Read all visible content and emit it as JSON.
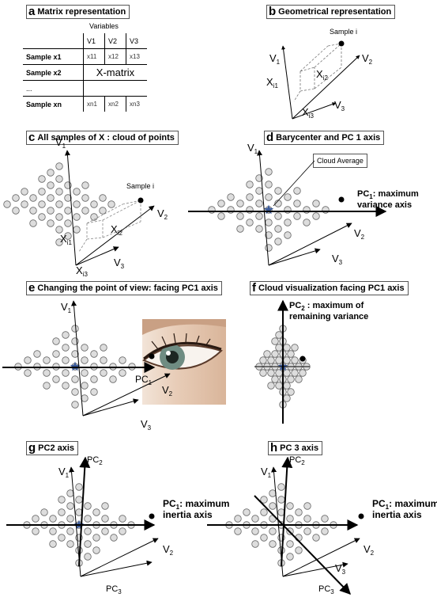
{
  "panels": {
    "a": {
      "letter": "a",
      "title": "Matrix representation"
    },
    "b": {
      "letter": "b",
      "title": "Geometrical representation"
    },
    "c": {
      "letter": "c",
      "title": "All samples of X : cloud of points"
    },
    "d": {
      "letter": "d",
      "title": "Barycenter and PC 1 axis"
    },
    "e": {
      "letter": "e",
      "title": "Changing the point of view: facing PC1 axis"
    },
    "f": {
      "letter": "f",
      "title": "Cloud visualization facing PC1 axis"
    },
    "g": {
      "letter": "g",
      "title": "PC2 axis"
    },
    "h": {
      "letter": "h",
      "title": "PC 3 axis"
    }
  },
  "matrix": {
    "variables_label": "Variables",
    "columns": [
      "V1",
      "V2",
      "V3"
    ],
    "rows": [
      {
        "label": "Sample x1",
        "cells": [
          "x11",
          "x12",
          "x13"
        ]
      },
      {
        "label": "Sample x2",
        "cells": [
          "",
          "",
          ""
        ]
      },
      {
        "label": "...",
        "cells": [
          "",
          "",
          ""
        ]
      },
      {
        "label": "Sample xn",
        "cells": [
          "xn1",
          "xn2",
          "xn3"
        ]
      }
    ],
    "center_label": "X-matrix"
  },
  "labels": {
    "sample_i": "Sample i",
    "v1": "V1",
    "v2": "V2",
    "v3": "V3",
    "xi1": "Xi1",
    "xi2": "Xi2",
    "xi3": "Xi3",
    "cloud_average": "Cloud Average",
    "pc1_max_variance": "PC1: maximum variance axis",
    "pc1_max_inertia": "PC1: maximum inertia axis",
    "pc2_remaining": "PC2 : maximum of remaining variance",
    "pc1": "PC1",
    "pc2": "PC2",
    "pc3": "PC3"
  }
}
